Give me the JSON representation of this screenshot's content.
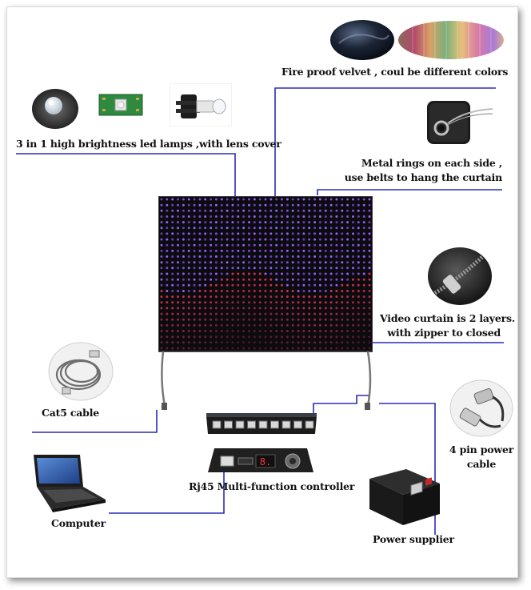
{
  "labels": {
    "velvet": "Fire proof velvet , coul be different colors",
    "led_lamps": "3 in 1 high brightness led lamps ,with lens cover",
    "rings_line1": "Metal rings on each side ,",
    "rings_line2": "use belts to hang the curtain",
    "layers_line1": "Video curtain is 2 layers.",
    "layers_line2": "with zipper to closed",
    "cat5": "Cat5 cable",
    "controller": "Rj45 Multi-function controller",
    "computer": "Computer",
    "power_cable_line1": "4 pin power",
    "power_cable_line2": "cable",
    "power_supplier": "Power supplier"
  },
  "controller_display": "8.",
  "colors": {
    "wire": "#2b2bb8",
    "led_purple": "#9b5cff",
    "led_red": "#d2324b",
    "curtain": "#0b0b10"
  },
  "icons": [
    "velvet-swatch-icon",
    "color-palette-icon",
    "led-lamp-icon",
    "led-board-icon",
    "led-connector-icon",
    "metal-ring-icon",
    "zipper-icon",
    "cat5-cable-icon",
    "network-switch-icon",
    "controller-box-icon",
    "laptop-icon",
    "power-cable-icon",
    "power-supply-icon"
  ]
}
